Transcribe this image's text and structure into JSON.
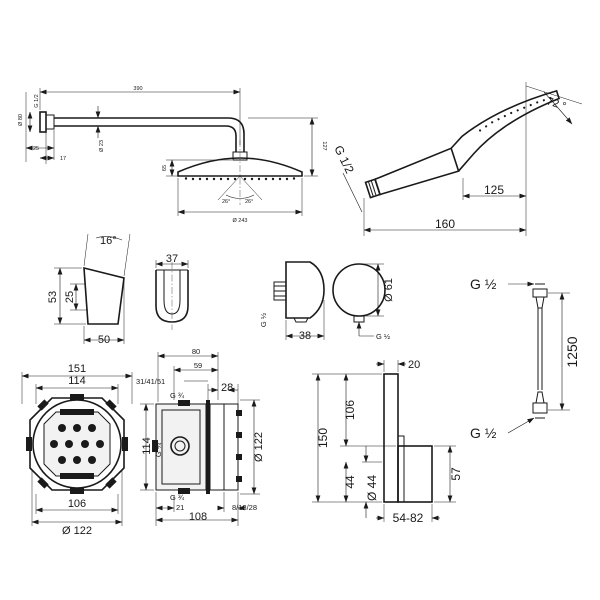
{
  "drawing": {
    "head_shower": {
      "arm_length": "390",
      "flange_diameter": "Ø 80",
      "thread": "G 1/2",
      "wall_depth": "25",
      "flange_thickness": "17",
      "pipe_diameter": "Ø 23",
      "drop": "127",
      "head_height": "65",
      "tilt_left": "26°",
      "tilt_right": "26°",
      "head_diameter": "Ø 243"
    },
    "hand_shower": {
      "angle": "72 °",
      "thread": "G 1/2",
      "head_width": "125",
      "length": "160"
    },
    "holder": {
      "angle": "16°",
      "height": "53",
      "inner_height": "25",
      "depth": "50",
      "width": "37"
    },
    "wall_outlet": {
      "thread": "G ½",
      "depth": "38",
      "diameter": "Ø 61",
      "thread_front": "G ½"
    },
    "hose": {
      "thread_top": "G ½",
      "length": "1250",
      "thread_bottom": "G ½"
    },
    "basic_body": {
      "outer_width": "151",
      "inner_width": "114",
      "bottom_width": "106",
      "mount_diameter": "Ø 122"
    },
    "basic_body_side": {
      "width": "80",
      "inner": "59",
      "depths": "31/41/51",
      "cover_depth": "28",
      "thread_top": "G ¾",
      "thread_left": "G ¾",
      "height": "114",
      "diameter": "Ø 122",
      "thread_bottom": "G ¾",
      "bottom_offset": "21",
      "total_width": "108",
      "adjust_range": "8/18/28"
    },
    "thermostat": {
      "thickness": "20",
      "height": "150",
      "upper": "106",
      "knob_offset": "44",
      "knob_diameter": "Ø 44",
      "knob_height": "57",
      "projection": "54-82"
    }
  }
}
